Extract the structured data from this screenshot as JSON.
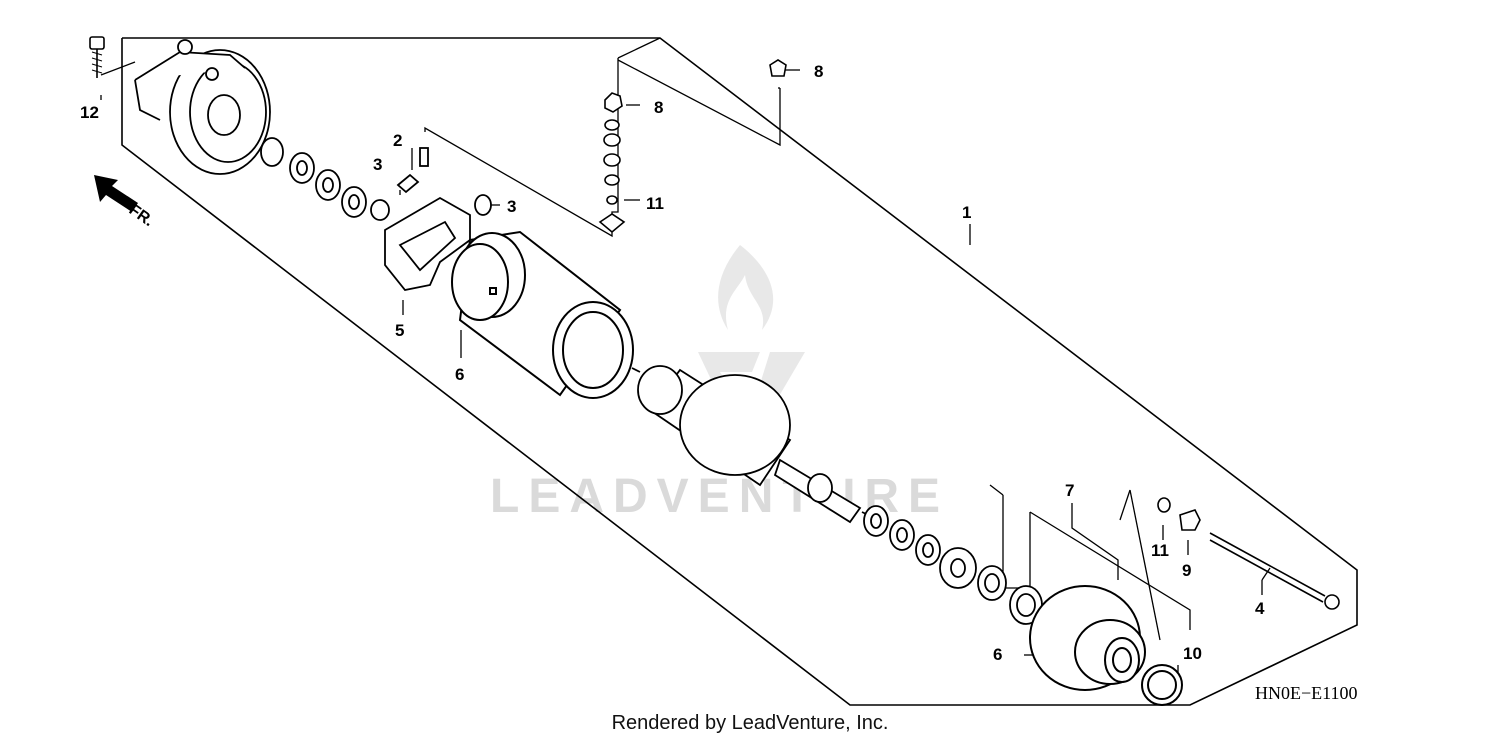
{
  "diagram": {
    "code": "HN0E−E1100",
    "direction_label": "FR.",
    "watermark": "LEADVENTURE",
    "footer": "Rendered by LeadVenture, Inc.",
    "callouts": [
      {
        "id": "1",
        "label": "1"
      },
      {
        "id": "2",
        "label": "2"
      },
      {
        "id": "3a",
        "label": "3"
      },
      {
        "id": "3b",
        "label": "3"
      },
      {
        "id": "4",
        "label": "4"
      },
      {
        "id": "5",
        "label": "5"
      },
      {
        "id": "6a",
        "label": "6"
      },
      {
        "id": "6b",
        "label": "6"
      },
      {
        "id": "7",
        "label": "7"
      },
      {
        "id": "8a",
        "label": "8"
      },
      {
        "id": "8b",
        "label": "8"
      },
      {
        "id": "9",
        "label": "9"
      },
      {
        "id": "10",
        "label": "10"
      },
      {
        "id": "11a",
        "label": "11"
      },
      {
        "id": "11b",
        "label": "11"
      },
      {
        "id": "12",
        "label": "12"
      }
    ]
  }
}
